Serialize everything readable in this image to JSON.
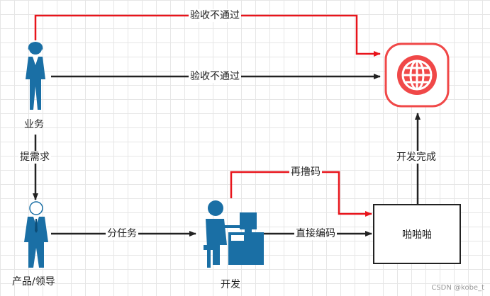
{
  "diagram": {
    "edges": {
      "reject_red": "验收不通过",
      "reject_black": "验收不通过",
      "requirement": "提需求",
      "assign": "分任务",
      "direct_code": "直接编码",
      "recode": "再撸码",
      "dev_done": "开发完成"
    },
    "nodes": {
      "business": "业务",
      "product_lead": "产品/领导",
      "developer": "开发",
      "process": "啪啪啪",
      "web_icon": "globe-icon"
    }
  },
  "watermark": "CSDN @kobe_t",
  "colors": {
    "red": "#e8141b",
    "dark": "#222222",
    "actor_blue": "#1a6fa5",
    "globe_red": "#f04848"
  }
}
